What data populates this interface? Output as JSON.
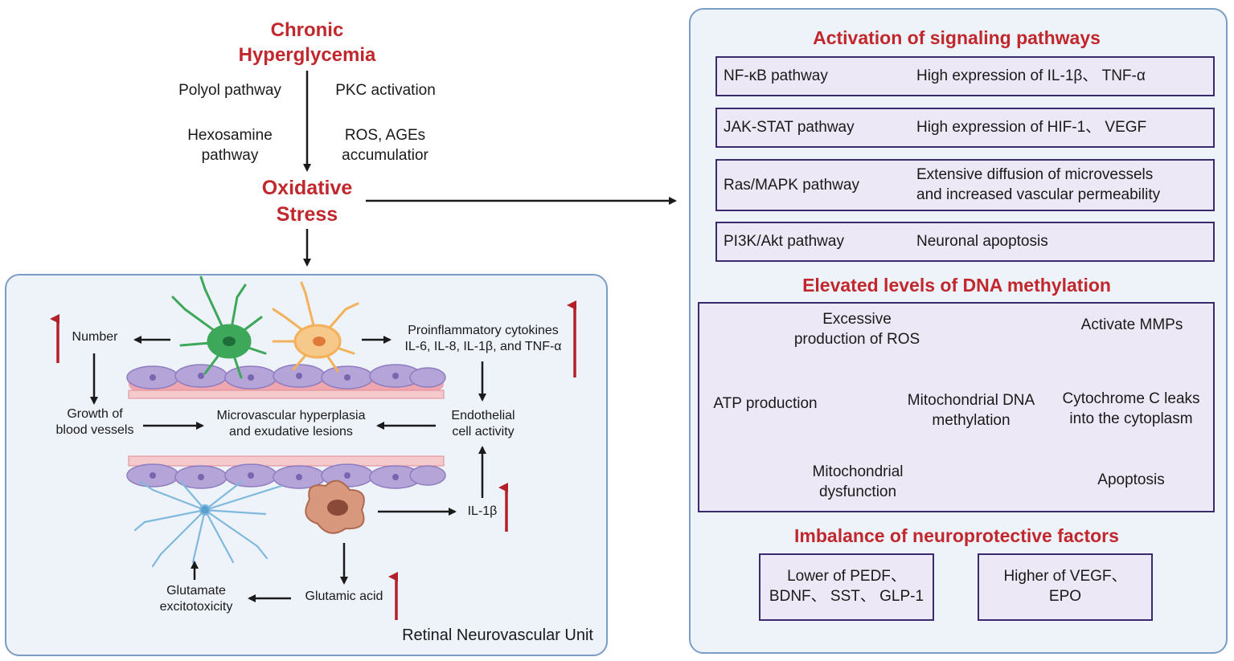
{
  "top": {
    "title": [
      "Chronic",
      "Hyperglycemia"
    ],
    "factors": [
      {
        "text": "Polyol pathway"
      },
      {
        "text": "PKC activation"
      },
      {
        "text": "Hexosamine\npathway"
      },
      {
        "text": "ROS, AGEs\naccumulatior"
      }
    ],
    "stress": [
      "Oxidative",
      "Stress"
    ]
  },
  "left_panel": {
    "caption": "Retinal Neurovascular Unit",
    "labels": {
      "number": "Number",
      "growth": "Growth of\nblood vessels",
      "micro": "Microvascular hyperplasia\nand exudative lesions",
      "proinf": "Proinflammatory cytokines\nIL-6, IL-8, IL-1β, and TNF-α",
      "endo": "Endothelial\ncell activity",
      "il1b": "IL-1β",
      "glutamic": "Glutamic acid",
      "glutamate": "Glutamate\nexcitotoxicity"
    }
  },
  "right_panel": {
    "section1_title": "Activation of signaling pathways",
    "pathways": [
      {
        "name": "NF-κB pathway",
        "effect": "High expression of IL-1β、 TNF-α"
      },
      {
        "name": "JAK-STAT pathway",
        "effect": "High expression of HIF-1、 VEGF"
      },
      {
        "name": "Ras/MAPK pathway",
        "effect": "Extensive diffusion of microvessels\nand increased vascular permeability"
      },
      {
        "name": "PI3K/Akt pathway",
        "effect": "Neuronal apoptosis"
      }
    ],
    "section2_title": "Elevated levels of DNA methylation",
    "cycle": {
      "ros": "Excessive\nproduction of ROS",
      "mito_dna": "Mitochondrial DNA\nmethylation",
      "mito_dys": "Mitochondrial\ndysfunction",
      "atp": "ATP production",
      "mmps": "Activate MMPs",
      "cytc": "Cytochrome C leaks\ninto the cytoplasm",
      "apoptosis": "Apoptosis"
    },
    "section3_title": "Imbalance of neuroprotective factors",
    "factors": [
      {
        "text": "Lower of PEDF、\nBDNF、 SST、 GLP-1"
      },
      {
        "text": "Higher of VEGF、\nEPO"
      }
    ]
  },
  "colors": {
    "title_red": "#c0282d",
    "up_arrow_red": "#b3202a",
    "panel_border": "#7a9cc6",
    "panel_fill": "#eef2f9",
    "box_border": "#3a2a6e",
    "box_fill": "#ece8f6",
    "vessel_purple": "#b4a4d8",
    "vessel_pink": "#efa6ae",
    "astrocyte_green": "#3ea85a",
    "microglia_orange": "#f2b15a",
    "muller_blue": "#7fb9dd",
    "macrophage_brown": "#c9826a"
  },
  "icons": [
    "up-arrow-icon",
    "astrocyte-icon",
    "microglia-icon",
    "muller-cell-icon",
    "macrophage-icon",
    "blood-vessel-icon"
  ]
}
